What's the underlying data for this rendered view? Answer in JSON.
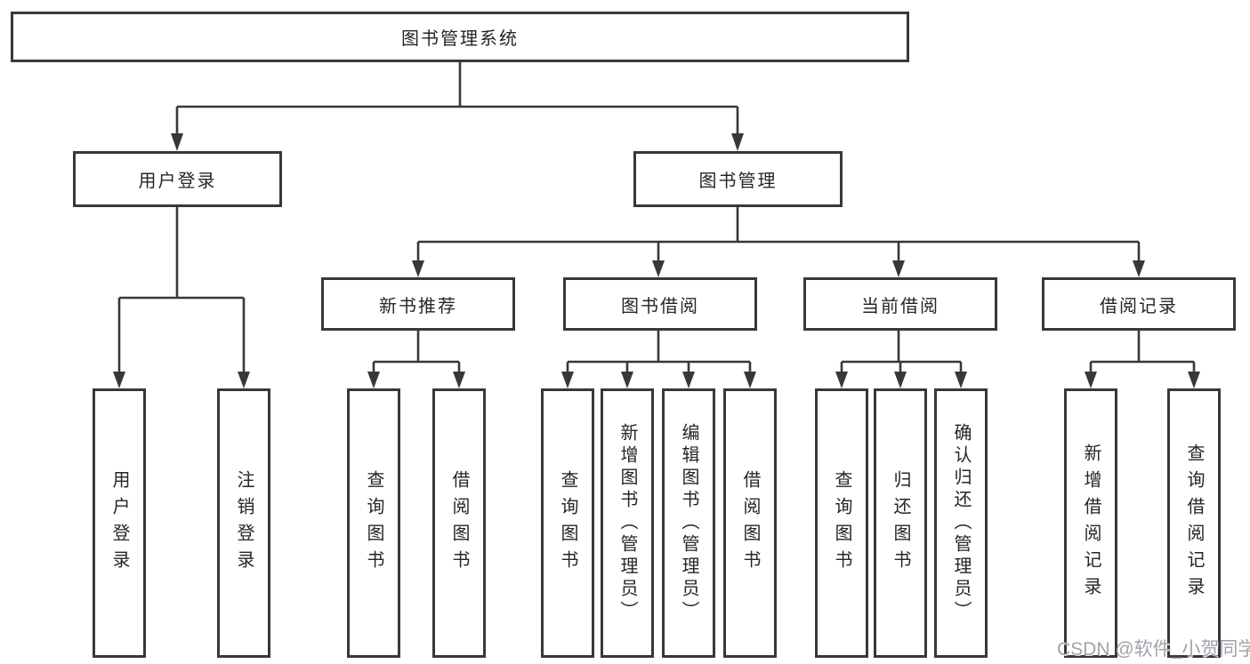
{
  "diagram": {
    "type": "hierarchy-tree",
    "title": "图书管理系统",
    "nodes": {
      "root": {
        "label": "图书管理系统"
      },
      "user_login": {
        "label": "用户登录"
      },
      "book_management": {
        "label": "图书管理"
      },
      "new_book_recommend": {
        "label": "新书推荐"
      },
      "book_borrow": {
        "label": "图书借阅"
      },
      "current_borrow": {
        "label": "当前借阅"
      },
      "borrow_record": {
        "label": "借阅记录"
      },
      "leaf_user_login": {
        "label": "用户登录"
      },
      "leaf_logout": {
        "label": "注销登录"
      },
      "leaf_nbr_query_book": {
        "label": "查询图书"
      },
      "leaf_nbr_borrow_book": {
        "label": "借阅图书"
      },
      "leaf_bb_query_book": {
        "label": "查询图书"
      },
      "leaf_bb_add_book": {
        "label": "新增图书（管理员）"
      },
      "leaf_bb_edit_book": {
        "label": "编辑图书（管理员）"
      },
      "leaf_bb_borrow_book": {
        "label": "借阅图书"
      },
      "leaf_cb_query_book": {
        "label": "查询图书"
      },
      "leaf_cb_return_book": {
        "label": "归还图书"
      },
      "leaf_cb_confirm_return": {
        "label": "确认归还（管理员）"
      },
      "leaf_br_add_record": {
        "label": "新增借阅记录"
      },
      "leaf_br_query_record": {
        "label": "查询借阅记录"
      }
    },
    "hierarchy": {
      "图书管理系统": {
        "用户登录": [
          "用户登录",
          "注销登录"
        ],
        "图书管理": {
          "新书推荐": [
            "查询图书",
            "借阅图书"
          ],
          "图书借阅": [
            "查询图书",
            "新增图书（管理员）",
            "编辑图书（管理员）",
            "借阅图书"
          ],
          "当前借阅": [
            "查询图书",
            "归还图书",
            "确认归还（管理员）"
          ],
          "借阅记录": [
            "新增借阅记录",
            "查询借阅记录"
          ]
        }
      }
    },
    "colors": {
      "line": "#38383a",
      "box_border": "#38383a",
      "text": "#262626",
      "background": "#ffffff",
      "watermark": "#a2a2aa"
    }
  },
  "watermark": "CSDN @软件_小贺同学"
}
